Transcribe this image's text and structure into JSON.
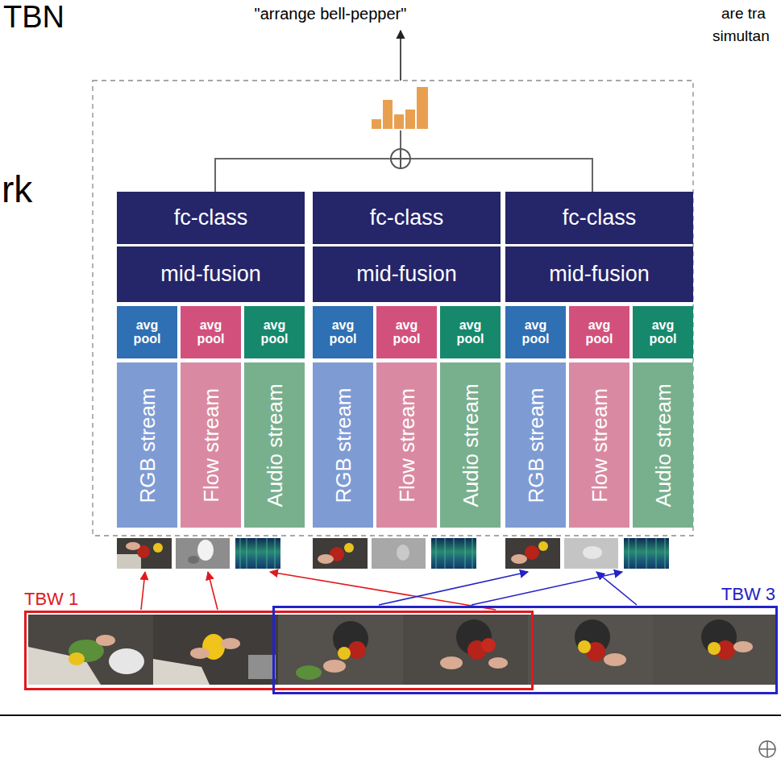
{
  "diagram": {
    "nodes": [
      {
        "text": [
          "fc-class"
        ]
      },
      {
        "text": [
          "mid-fusion"
        ]
      },
      {
        "text": [
          "avg pool"
        ]
      },
      {
        "text": [
          "avg pool"
        ]
      },
      {
        "text": [
          "avg pool"
        ]
      },
      {
        "text": [
          "RGB stream"
        ]
      },
      {
        "text": [
          "Flow stream"
        ]
      },
      {
        "text": [
          "Audio stream"
        ]
      },
      {
        "text": [
          "fc-class"
        ]
      },
      {
        "text": [
          "mid-fusion"
        ]
      },
      {
        "text": [
          "avg pool"
        ]
      },
      {
        "text": [
          "avg pool"
        ]
      },
      {
        "text": [
          "avg pool"
        ]
      },
      {
        "text": [
          "RGB stream"
        ]
      },
      {
        "text": [
          "Flow stream"
        ]
      },
      {
        "text": [
          "Audio stream"
        ]
      },
      {
        "text": [
          "fc-class"
        ]
      },
      {
        "text": [
          "mid-fusion"
        ]
      },
      {
        "text": [
          "avg pool"
        ]
      },
      {
        "text": [
          "avg pool"
        ]
      },
      {
        "text": [
          "avg pool"
        ]
      },
      {
        "text": [
          "RGB stream"
        ]
      },
      {
        "text": [
          "Flow stream"
        ]
      },
      {
        "text": [
          "Audio stream"
        ]
      },
      {
        "text": [
          "TBW 1"
        ]
      },
      {
        "text": [
          "TBW 3"
        ]
      }
    ],
    "labels": [
      "TBN",
      "rk",
      "are tra",
      "simultan",
      "\"arrange bell-pepper\""
    ]
  }
}
